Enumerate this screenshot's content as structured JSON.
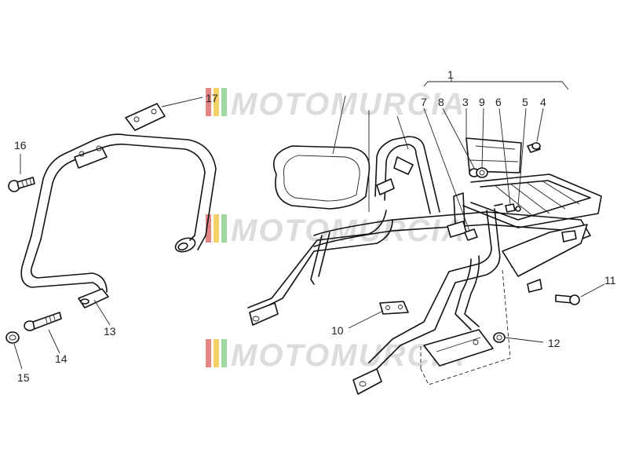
{
  "diagram": {
    "watermark": "MOTOMURCIA",
    "watermark_colors": [
      "#e07070",
      "#f2c94c",
      "#8fd18f"
    ],
    "callouts": {
      "c1": "1",
      "c3": "3",
      "c4": "4",
      "c5": "5",
      "c6": "6",
      "c7": "7",
      "c8": "8",
      "c9": "9",
      "c10": "10",
      "c11": "11",
      "c12": "12",
      "c13": "13",
      "c14": "14",
      "c15": "15",
      "c16": "16",
      "c17": "17"
    }
  }
}
